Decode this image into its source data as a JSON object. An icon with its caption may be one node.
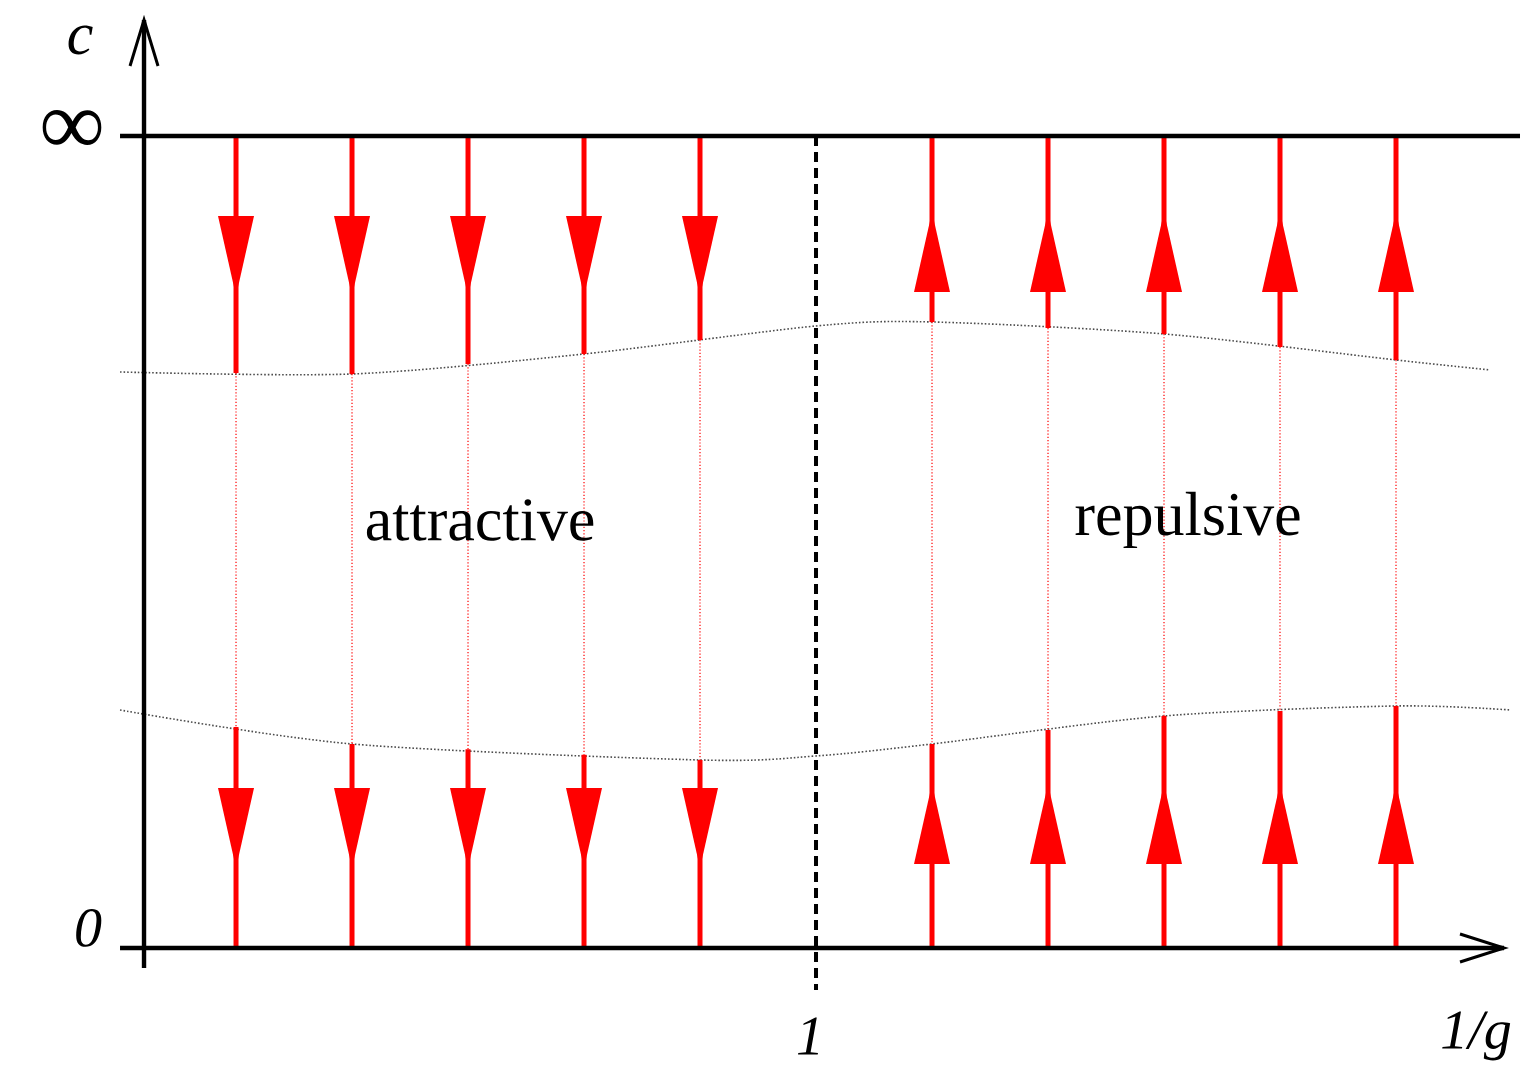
{
  "diagram": {
    "labels": [
      "c",
      "∞",
      "0",
      "1",
      "1/g",
      "attractive",
      "repulsive"
    ]
  }
}
